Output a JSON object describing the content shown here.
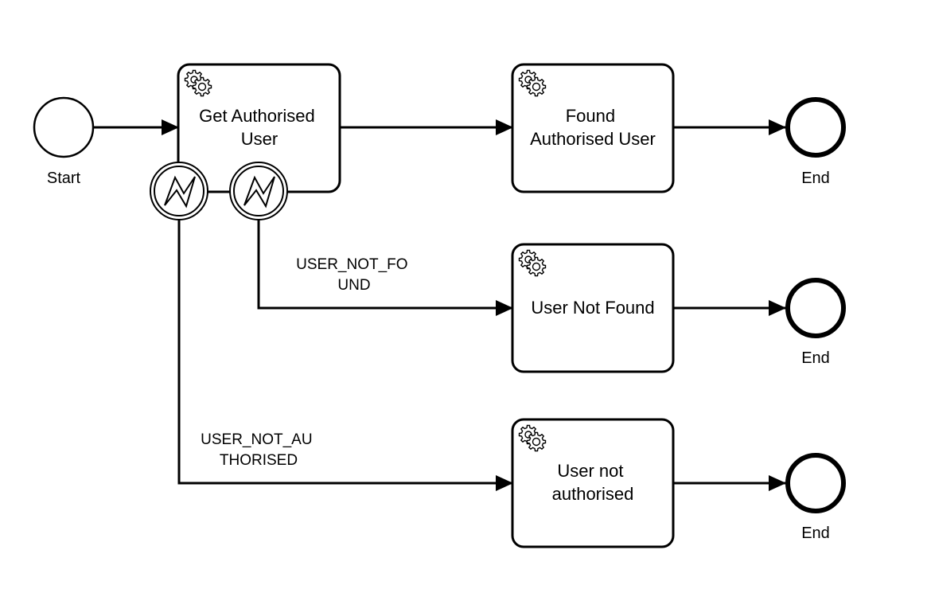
{
  "events": {
    "start": {
      "label": "Start"
    },
    "end_1": {
      "label": "End"
    },
    "end_2": {
      "label": "End"
    },
    "end_3": {
      "label": "End"
    }
  },
  "tasks": {
    "get_authorised_user": {
      "lines": [
        "Get Authorised",
        "User"
      ],
      "icon": "service-gear-icon"
    },
    "found_authorised_user": {
      "lines": [
        "Found",
        "Authorised User"
      ],
      "icon": "service-gear-icon"
    },
    "user_not_found": {
      "lines": [
        "User Not Found"
      ],
      "icon": "service-gear-icon"
    },
    "user_not_authorised": {
      "lines": [
        "User not",
        "authorised"
      ],
      "icon": "service-gear-icon"
    }
  },
  "boundary_events": {
    "error_not_authorised": {
      "icon": "error-bolt-icon"
    },
    "error_not_found": {
      "icon": "error-bolt-icon"
    }
  },
  "flow_labels": {
    "user_not_found": [
      "USER_NOT_FO",
      "UND"
    ],
    "user_not_authorised": [
      "USER_NOT_AU",
      "THORISED"
    ]
  },
  "colors": {
    "stroke": "#000000",
    "fill": "#ffffff"
  }
}
